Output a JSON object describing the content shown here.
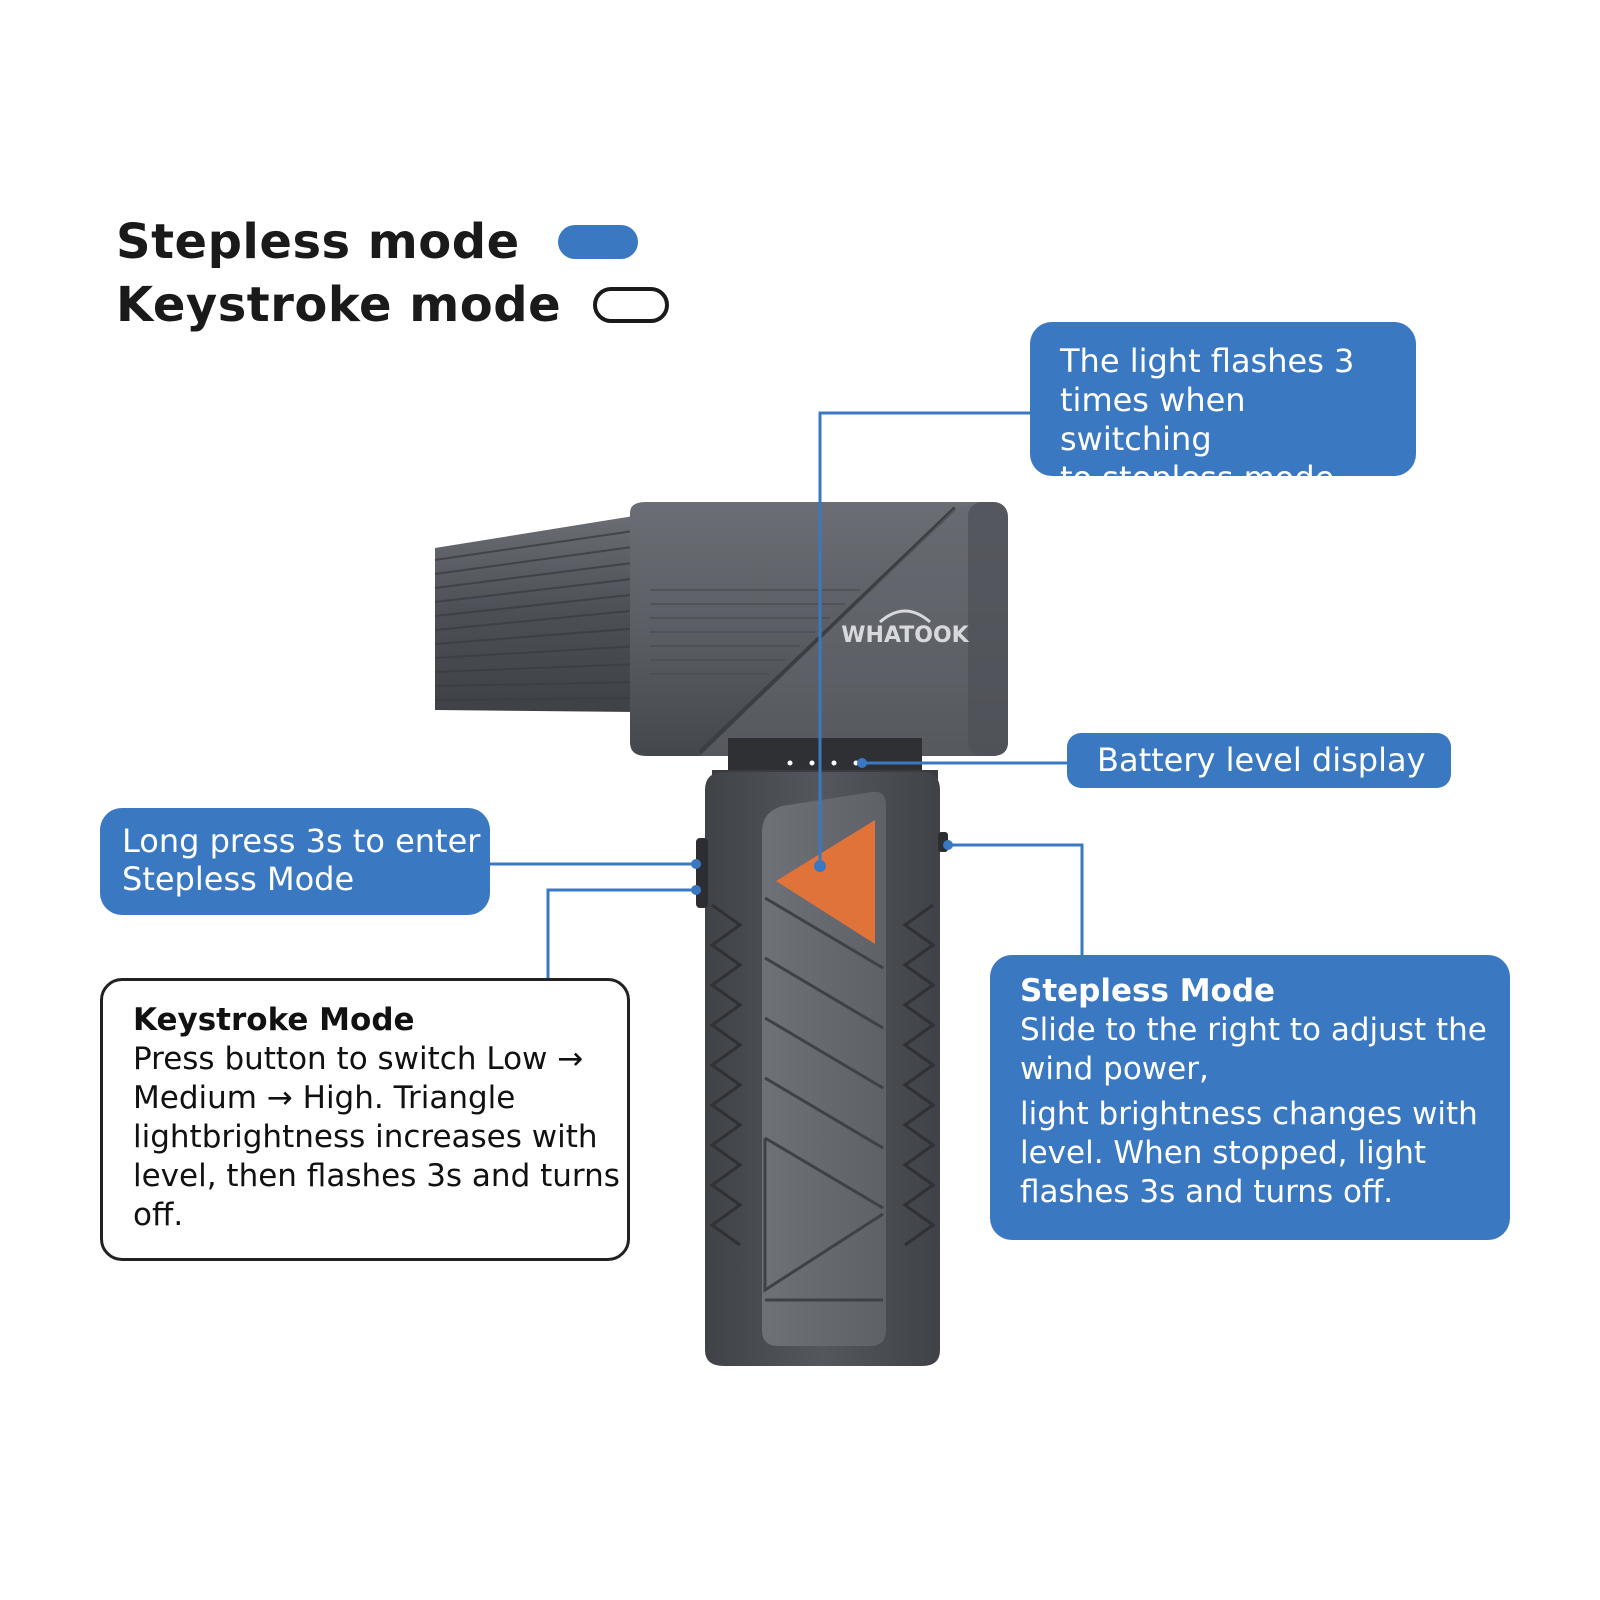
{
  "legend": {
    "stepless_label": "Stepless mode",
    "keystroke_label": "Keystroke mode",
    "stepless_color": "#3a78c2",
    "keystroke_color": "#1a1a1a"
  },
  "brand": "WHATOOK",
  "callouts": {
    "flash": {
      "lines": [
        "The light flashes 3",
        "times when switching",
        "to stepless mode"
      ]
    },
    "battery": {
      "text": "Battery level display"
    },
    "long_press": {
      "lines": [
        "Long press 3s to enter",
        "Stepless Mode"
      ]
    },
    "keystroke": {
      "title": "Keystroke Mode",
      "lines": [
        "Press button to switch Low →",
        "Medium → High. Triangle",
        "lightbrightness increases with",
        "level, then flashes 3s and turns",
        "off."
      ]
    },
    "stepless": {
      "title": "Stepless Mode",
      "lines": [
        "Slide to the right to adjust the",
        "wind power,",
        "light brightness changes with",
        "level. When stopped, light",
        "flashes 3s and turns off."
      ]
    }
  },
  "colors": {
    "accent_blue": "#3a78c2",
    "triangle_orange": "#e0733a",
    "body_gray": "#5a5d63"
  }
}
